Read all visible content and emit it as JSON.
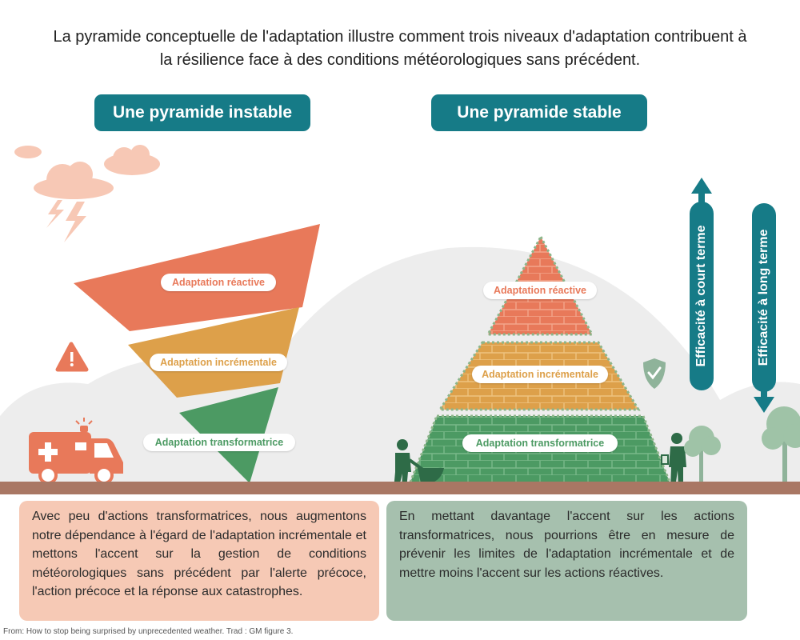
{
  "intro_text": "La pyramide conceptuelle de l'adaptation illustre comment trois niveaux d'adaptation contribuent à la résilience face à des conditions météorologiques sans précédent.",
  "left_panel": {
    "title": "Une pyramide instable",
    "levels": [
      "Adaptation réactive",
      "Adaptation incrémentale",
      "Adaptation transformatrice"
    ],
    "description": "Avec peu d'actions transformatrices, nous augmentons notre dépendance à l'égard de l'adaptation incrémentale et mettons l'accent sur la gestion de conditions météorologiques sans précédent par l'alerte précoce, l'action précoce et la réponse aux catastrophes."
  },
  "right_panel": {
    "title": "Une pyramide stable",
    "levels": [
      "Adaptation réactive",
      "Adaptation incrémentale",
      "Adaptation transformatrice"
    ],
    "description": "En mettant davantage l'accent sur les actions transformatrices, nous pourrions être en mesure de prévenir les limites de l'adaptation incrémentale et de mettre moins l'accent sur les actions réactives."
  },
  "arrows": {
    "short_term": "Efficacité à court terme",
    "long_term": "Efficacité à long terme"
  },
  "source_text": "From: How to stop being surprised by unprecedented weather. Trad : GM   figure 3.",
  "colors": {
    "reactive": "#e8795a",
    "incremental": "#dda04a",
    "transformative": "#4c9a63",
    "teal": "#167b87",
    "ground": "#a97764",
    "hill": "#ececec"
  }
}
